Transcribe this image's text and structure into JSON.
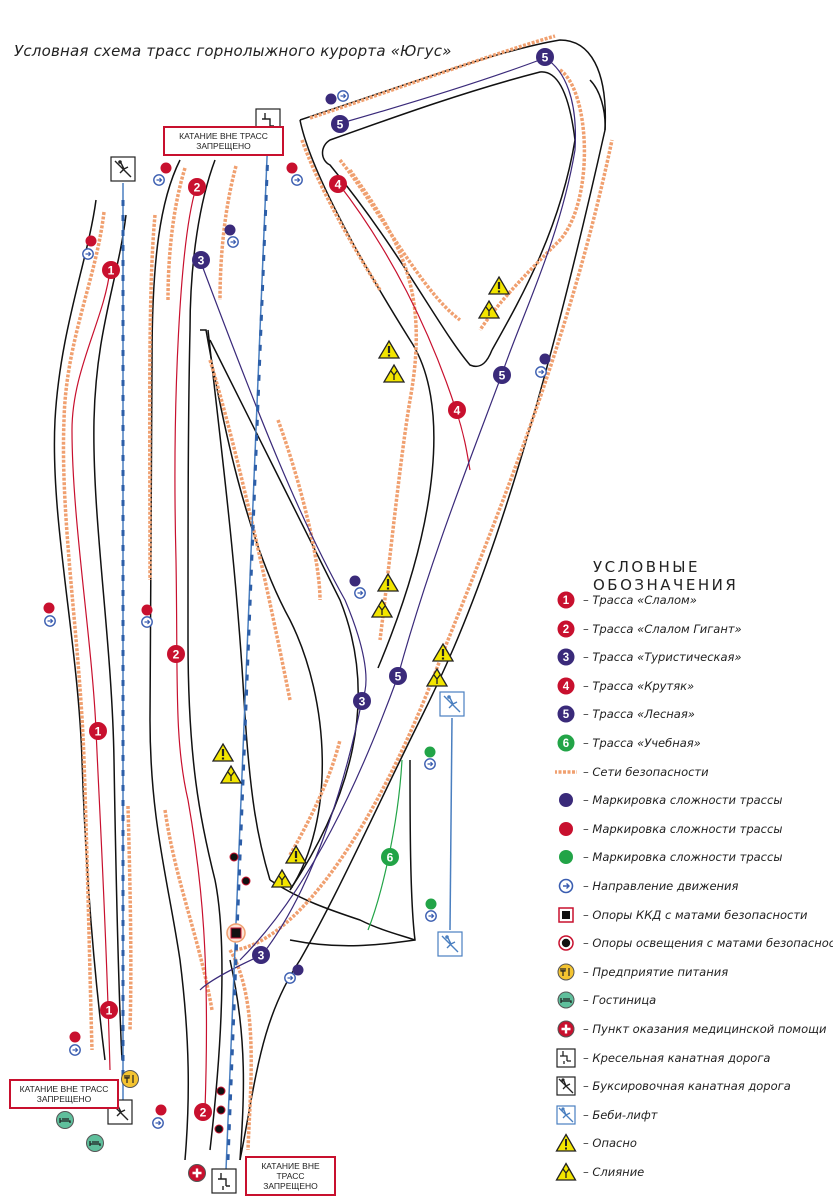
{
  "title": "Условная схема трасс горнолыжного курорта «Югус»",
  "warnings": {
    "line1": "КАТАНИЕ ВНЕ ТРАСС",
    "line2": "ЗАПРЕЩЕНО"
  },
  "colors": {
    "red": "#c8102e",
    "purple": "#3a2a7a",
    "green": "#22a447",
    "safety_net": "#f0a070",
    "lift": "#4a7fc0",
    "warning_yellow": "#f2e500"
  },
  "trails": {
    "slalom": "1",
    "giant": "2",
    "tourist": "3",
    "krutyak": "4",
    "lesnaya": "5",
    "uchebnaya": "6"
  },
  "legend": {
    "title": "УСЛОВНЫЕ ОБОЗНАЧЕНИЯ",
    "items": [
      {
        "symbol": "trail-red",
        "number": "1",
        "label": "– Трасса «Слалом»"
      },
      {
        "symbol": "trail-red",
        "number": "2",
        "label": "– Трасса «Слалом Гигант»"
      },
      {
        "symbol": "trail-purple",
        "number": "3",
        "label": "– Трасса «Туристическая»"
      },
      {
        "symbol": "trail-red",
        "number": "4",
        "label": "– Трасса «Крутяк»"
      },
      {
        "symbol": "trail-purple",
        "number": "5",
        "label": "– Трасса «Лесная»"
      },
      {
        "symbol": "trail-green",
        "number": "6",
        "label": "– Трасса «Учебная»"
      },
      {
        "symbol": "safety-net",
        "label": "– Сети безопасности"
      },
      {
        "symbol": "dot-purple",
        "label": "– Маркировка сложности трассы"
      },
      {
        "symbol": "dot-red",
        "label": "– Маркировка сложности трассы"
      },
      {
        "symbol": "dot-green",
        "label": "– Маркировка сложности трассы"
      },
      {
        "symbol": "direction-arrow-icon",
        "label": "– Направление движения"
      },
      {
        "symbol": "lift-pillar-icon",
        "label": "– Опоры ККД с матами безопасности"
      },
      {
        "symbol": "light-pillar-icon",
        "label": "– Опоры освещения с матами безопасности"
      },
      {
        "symbol": "food-icon",
        "label": "– Предприятие питания"
      },
      {
        "symbol": "hotel-icon",
        "label": "– Гостиница"
      },
      {
        "symbol": "medical-icon",
        "label": "– Пункт оказания медицинской помощи"
      },
      {
        "symbol": "chairlift-icon",
        "label": "– Кресельная канатная дорога"
      },
      {
        "symbol": "tow-lift-icon",
        "label": "– Буксировочная канатная дорога"
      },
      {
        "symbol": "baby-lift-icon",
        "label": "– Беби-лифт"
      },
      {
        "symbol": "danger-icon",
        "label": "– Опасно"
      },
      {
        "symbol": "merge-icon",
        "label": "– Слияние"
      }
    ]
  }
}
